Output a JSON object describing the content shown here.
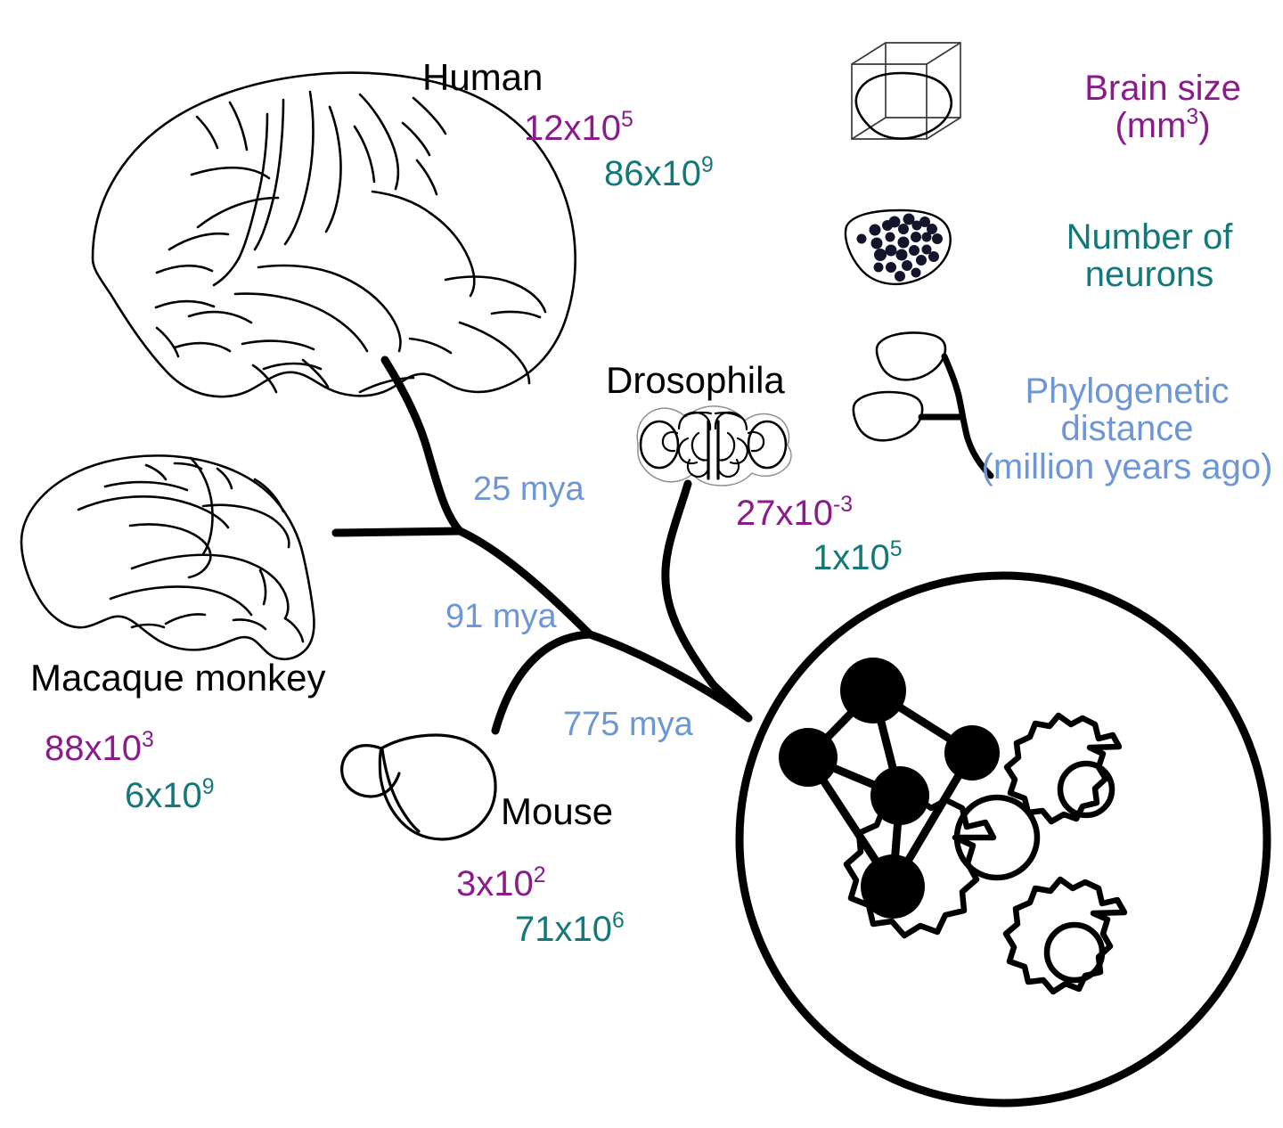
{
  "figure": {
    "title": "Comparative brain evolution diagram",
    "colors": {
      "brain_size": "#8B1B8B",
      "neurons": "#157878",
      "phylogenetic": "#6C96D6",
      "ink": "#000000",
      "neuron_dot": "#14142b"
    }
  },
  "species": [
    {
      "id": "human",
      "name": "Human",
      "brain_size": {
        "mantissa": "12x10",
        "exponent": "5"
      },
      "neurons": {
        "mantissa": "86x10",
        "exponent": "9"
      },
      "icon": "human-brain-lateral-icon"
    },
    {
      "id": "macaque",
      "name": "Macaque monkey",
      "brain_size": {
        "mantissa": "88x10",
        "exponent": "3"
      },
      "neurons": {
        "mantissa": "6x10",
        "exponent": "9"
      },
      "icon": "macaque-brain-lateral-icon"
    },
    {
      "id": "mouse",
      "name": "Mouse",
      "brain_size": {
        "mantissa": "3x10",
        "exponent": "2"
      },
      "neurons": {
        "mantissa": "71x10",
        "exponent": "6"
      },
      "icon": "mouse-brain-icon"
    },
    {
      "id": "drosophila",
      "name": "Drosophila",
      "brain_size": {
        "mantissa": "27x10",
        "exponent": "-3"
      },
      "neurons": {
        "mantissa": "1x10",
        "exponent": "5"
      },
      "icon": "drosophila-brain-icon"
    }
  ],
  "branch_labels": [
    {
      "id": "human-macaque-split",
      "text": "25 mya"
    },
    {
      "id": "primate-rodent-split",
      "text": "91 mya"
    },
    {
      "id": "vertebrate-insect-split",
      "text": "775 mya"
    }
  ],
  "legend": {
    "brain_size": {
      "line1": "Brain size",
      "line2_prefix": "(mm",
      "line2_exponent": "3",
      "line2_suffix": ")",
      "icon": "cube-brain-volume-icon"
    },
    "neurons": {
      "line1": "Number of",
      "line2": "neurons",
      "icon": "neuron-dots-icon"
    },
    "phylogenetic": {
      "line1": "Phylogenetic",
      "line2": "distance",
      "line3": "(million years ago)",
      "icon": "phylogenetic-branch-icon"
    }
  },
  "network_circle": {
    "id": "brain-network-circle",
    "node_count": 5,
    "gear_count": 3,
    "icons": [
      "network-graph-icon",
      "gears-icon"
    ]
  }
}
